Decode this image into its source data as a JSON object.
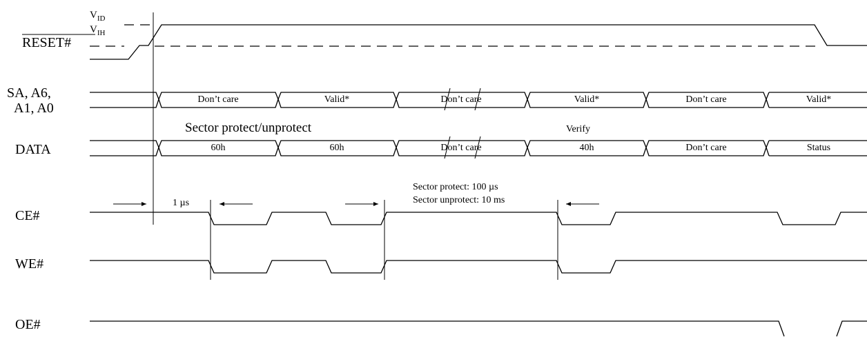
{
  "signals": {
    "reset": "RESET#",
    "sa_line1": "SA, A6,",
    "sa_line2": "A1, A0",
    "data": "DATA",
    "ce": "CE#",
    "we": "WE#",
    "oe": "OE#"
  },
  "levels": {
    "vid_main": "V",
    "vid_sub": "ID",
    "vih_main": "V",
    "vih_sub": "IH"
  },
  "address_cells": [
    "Don’t care",
    "Valid*",
    "Don’t care",
    "Valid*",
    "Don’t care",
    "Valid*"
  ],
  "data_cells": [
    "60h",
    "60h",
    "Don’t care",
    "40h",
    "Don’t care",
    "Status"
  ],
  "annotations": {
    "phase1": "Sector protect/unprotect",
    "phase2": "Verify",
    "setup_time": "1 µs",
    "pulse_protect": "Sector protect: 100 µs",
    "pulse_unprotect": "Sector unprotect: 10 ms"
  }
}
